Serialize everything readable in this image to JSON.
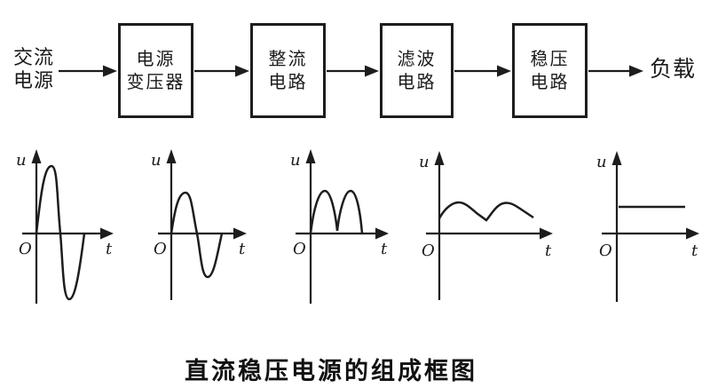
{
  "caption": "直流稳压电源的组成框图",
  "flow": {
    "input_label": {
      "line1": "交流",
      "line2": "电源"
    },
    "output_label": "负载",
    "boxes": [
      {
        "line1": "电源",
        "line2": "变压器"
      },
      {
        "line1": "整流",
        "line2": "电路"
      },
      {
        "line1": "滤波",
        "line2": "电路"
      },
      {
        "line1": "稳压",
        "line2": "电路"
      }
    ]
  },
  "waveforms": {
    "y_axis_label": "u",
    "x_axis_label": "t",
    "origin_label": "O",
    "plots": [
      {
        "shape": "sine-wave-large-amplitude"
      },
      {
        "shape": "sine-wave-reduced-amplitude"
      },
      {
        "shape": "full-wave-rectified-humps"
      },
      {
        "shape": "filtered-ripple-wave"
      },
      {
        "shape": "constant-dc-level-line"
      }
    ]
  },
  "colors": {
    "line": "#1d1d1d",
    "text": "#151515",
    "background": "#ffffff"
  }
}
